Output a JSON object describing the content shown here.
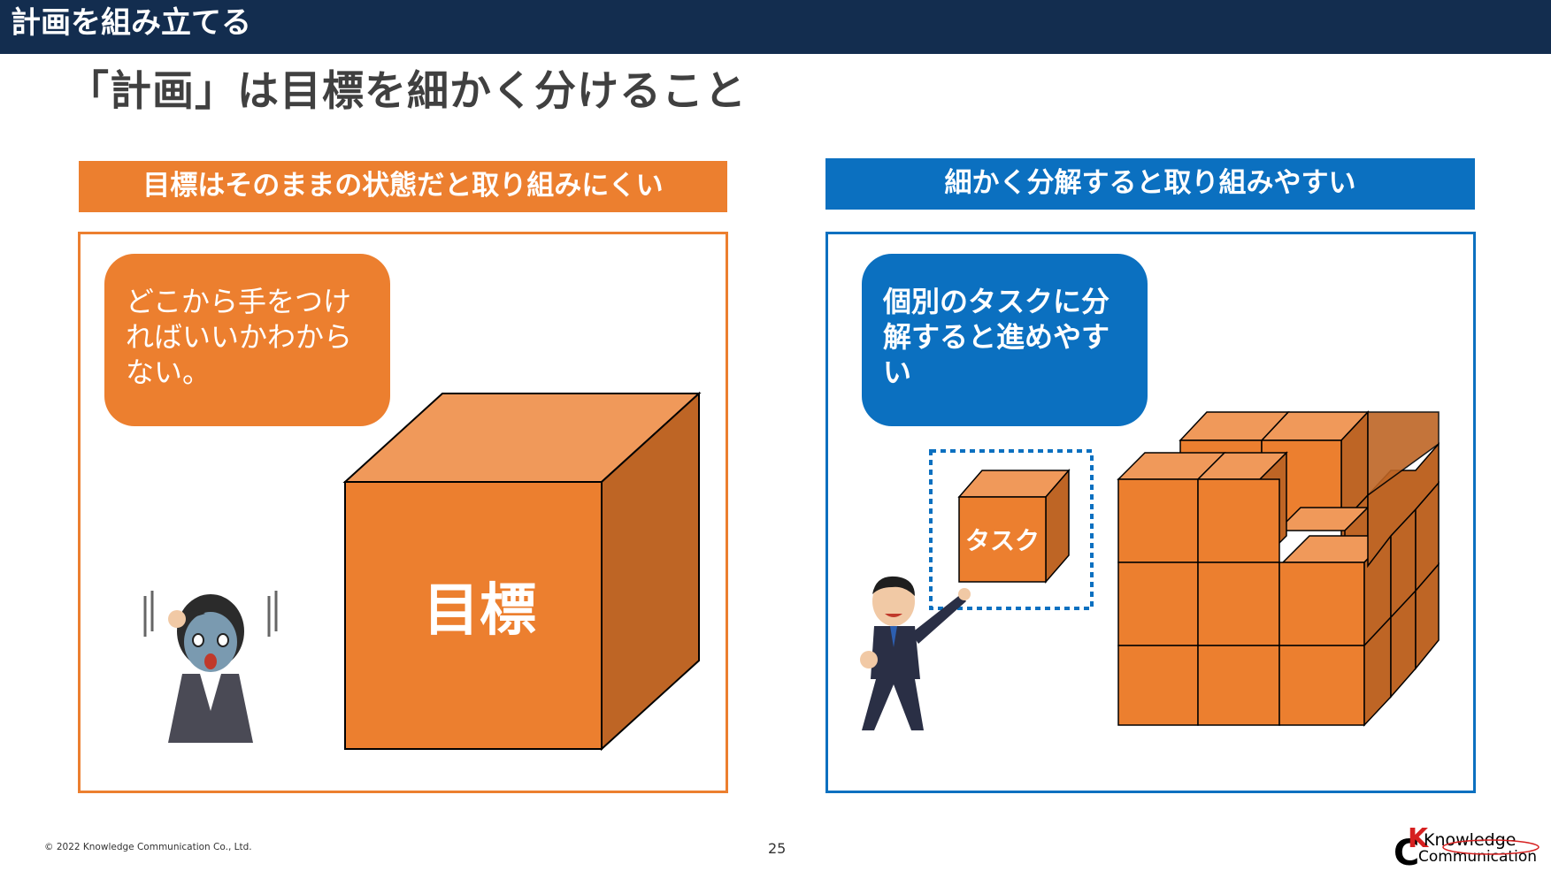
{
  "header": {
    "title": "計画を組み立てる"
  },
  "main": {
    "heading": "「計画」は目標を細かく分けること",
    "left": {
      "band_label": "目標はそのままの状態だと取り組みにくい",
      "bubble_lines": [
        "どこから手をつけ",
        "ればいいかわから",
        "ない。"
      ],
      "cube_label": "目標"
    },
    "right": {
      "band_label": "細かく分解すると取り組みやすい",
      "bubble_lines": [
        "個別のタスクに分",
        "解すると進めやす",
        "い"
      ],
      "task_label": "タスク"
    }
  },
  "footer": {
    "copyright": "© 2022 Knowledge Communication Co., Ltd.",
    "page_number": "25",
    "logo_text": [
      "Knowledge",
      "Communication"
    ]
  },
  "colors": {
    "navy": "#132d4f",
    "orange": "#ec7f2f",
    "orange_top": "#f0995a",
    "orange_side": "#be6525",
    "blue": "#0b70c0"
  }
}
